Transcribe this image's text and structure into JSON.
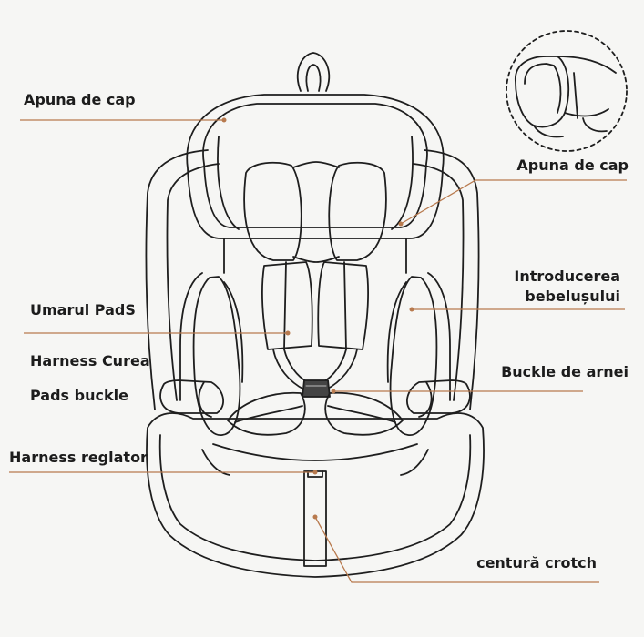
{
  "colors": {
    "background": "#f6f6f4",
    "outline": "#1e1e1e",
    "leader": "#b87a4e",
    "text": "#1c1c1c"
  },
  "callouts": [
    {
      "id": "headrest-left",
      "lines": [
        "Apuna de cap"
      ]
    },
    {
      "id": "headrest-right",
      "lines": [
        "Apuna de cap"
      ]
    },
    {
      "id": "infant-insert",
      "lines": [
        "Introducerea",
        "bebelușului"
      ]
    },
    {
      "id": "shoulder-pads",
      "lines": [
        "Umarul PadS"
      ]
    },
    {
      "id": "harness-strap",
      "lines": [
        "Harness Curea"
      ]
    },
    {
      "id": "pads-buckle",
      "lines": [
        "Pads buckle"
      ]
    },
    {
      "id": "harness-buckle",
      "lines": [
        "Buckle de arnei"
      ]
    },
    {
      "id": "harness-adjuster",
      "lines": [
        "Harness reglator"
      ]
    },
    {
      "id": "crotch-belt",
      "lines": [
        "centură crotch"
      ]
    }
  ]
}
